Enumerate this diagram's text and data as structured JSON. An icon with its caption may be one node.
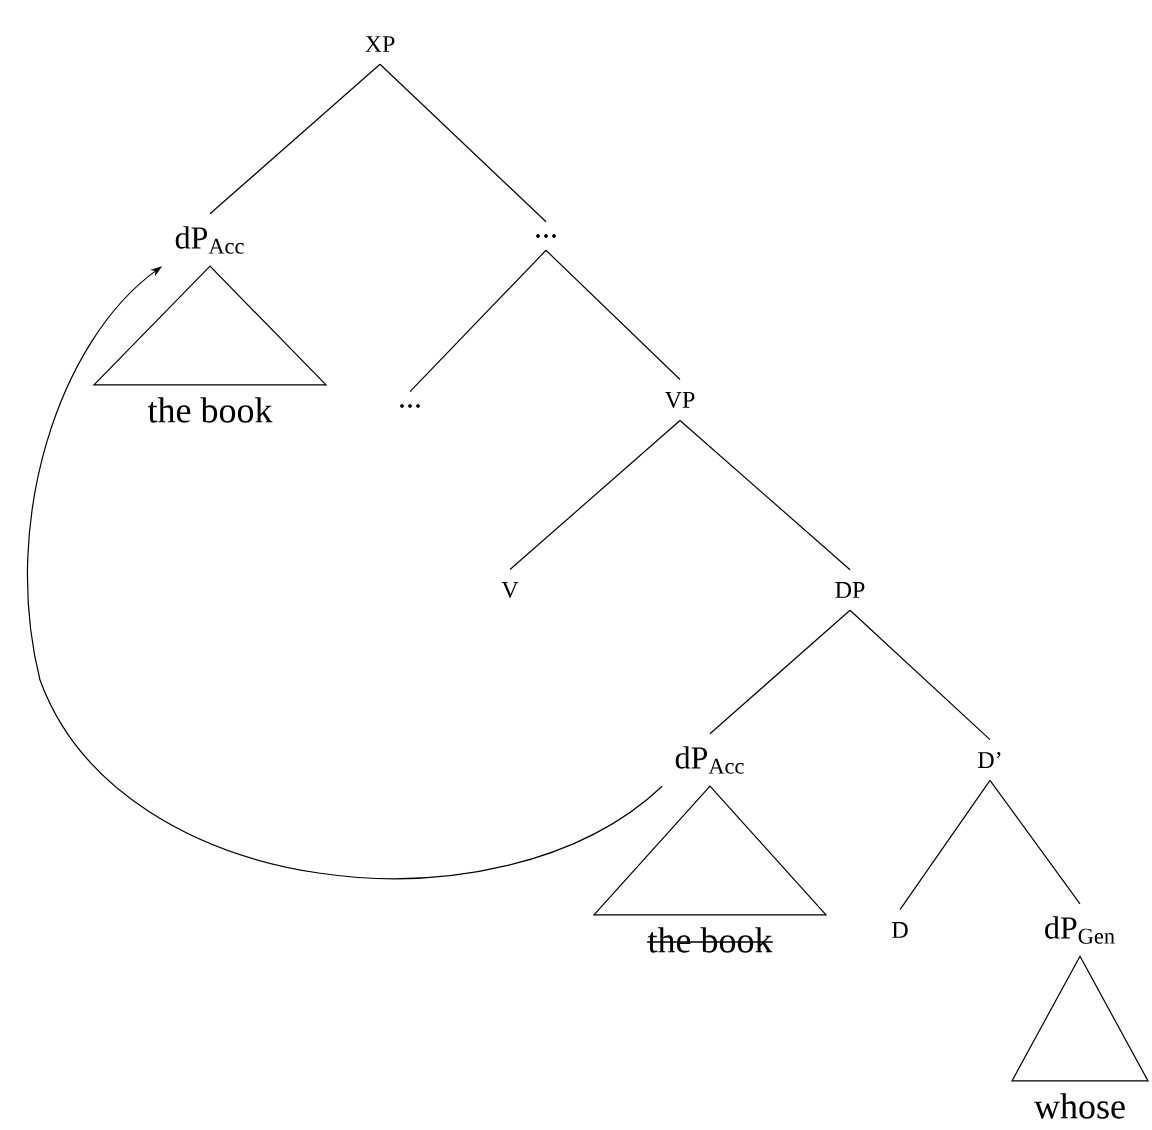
{
  "diagram": {
    "nodes": [
      {
        "text": [
          "XP"
        ]
      },
      {
        "text": [
          "dP$_{Acc}$"
        ]
      },
      {
        "text": [
          "..."
        ]
      },
      {
        "text": [
          "the book"
        ]
      },
      {
        "text": [
          "..."
        ]
      },
      {
        "text": [
          "VP"
        ]
      },
      {
        "text": [
          "V"
        ]
      },
      {
        "text": [
          "DP"
        ]
      },
      {
        "text": [
          "dP$_{Acc}$"
        ]
      },
      {
        "text": [
          "D’"
        ]
      },
      {
        "text": [
          "the book"
        ]
      },
      {
        "text": [
          "D"
        ]
      },
      {
        "text": [
          "dP$_{Gen}$"
        ]
      },
      {
        "text": [
          "whose"
        ]
      }
    ],
    "edges": [
      {
        "from": 0,
        "to": 1,
        "arrow": "none"
      },
      {
        "from": 0,
        "to": 2,
        "arrow": "none"
      },
      {
        "from": 1,
        "to": 3,
        "arrow": "none"
      },
      {
        "from": 2,
        "to": 4,
        "arrow": "none"
      },
      {
        "from": 2,
        "to": 5,
        "arrow": "none"
      },
      {
        "from": 5,
        "to": 6,
        "arrow": "none"
      },
      {
        "from": 5,
        "to": 7,
        "arrow": "none"
      },
      {
        "from": 7,
        "to": 8,
        "arrow": "none"
      },
      {
        "from": 7,
        "to": 9,
        "arrow": "none"
      },
      {
        "from": 8,
        "to": 10,
        "arrow": "none"
      },
      {
        "from": 9,
        "to": 11,
        "arrow": "none"
      },
      {
        "from": 9,
        "to": 12,
        "arrow": "none"
      },
      {
        "from": 12,
        "to": 13,
        "arrow": "none"
      },
      {
        "from": 8,
        "to": 1,
        "arrow": "to"
      }
    ]
  }
}
